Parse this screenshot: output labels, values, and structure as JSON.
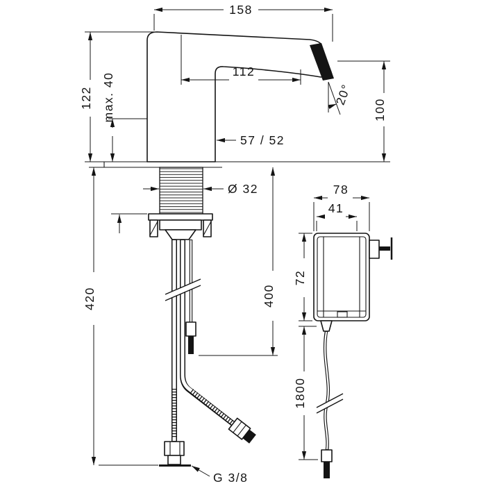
{
  "meta": {
    "line_color": "#141414",
    "background_color": "#ffffff",
    "accent_fill": "#000000"
  },
  "dimensions": {
    "total_reach": "158",
    "spout_reach": "112",
    "body_height": "122",
    "max_mounting_thickness": "max. 40",
    "spray_angle": "20°",
    "outlet_height": "100",
    "spout_heights": "57 / 52",
    "shank_diameter": "Ø 32",
    "sensor_cable_length": "400",
    "hose_drop_length": "420",
    "psu_width": "78",
    "psu_depth": "41",
    "psu_height": "72",
    "psu_cable_length": "1800",
    "hose_thread": "G 3/8"
  }
}
